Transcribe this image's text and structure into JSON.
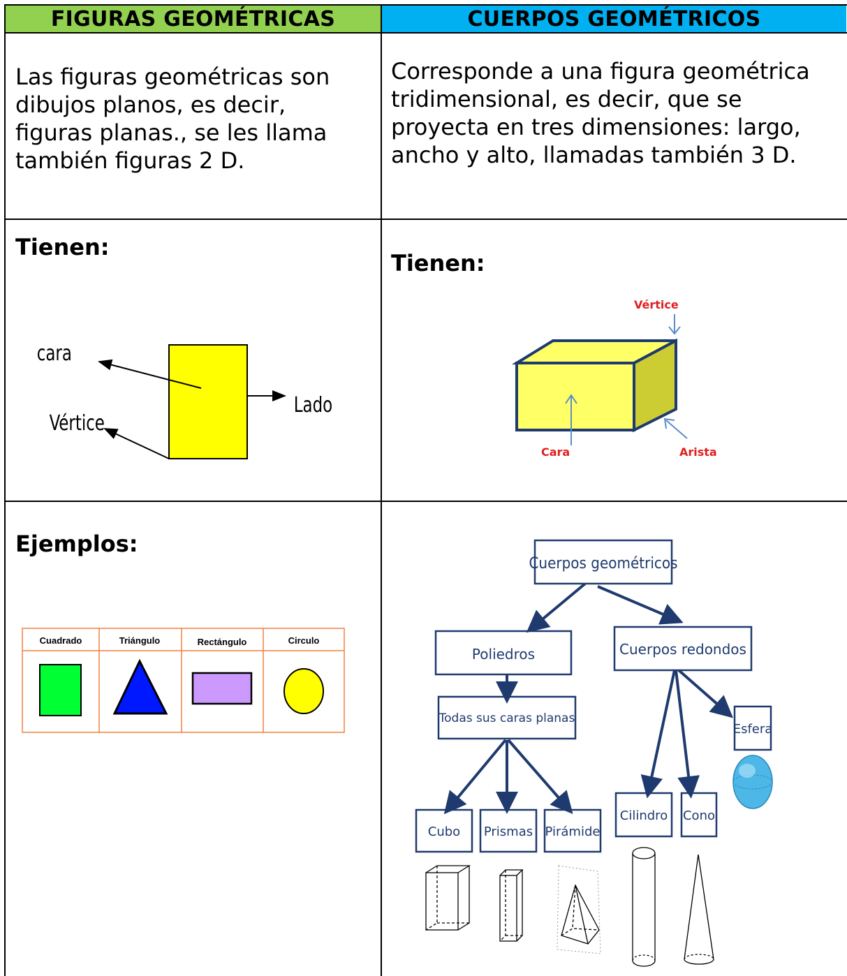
{
  "headers": {
    "left": "FIGURAS GEOMÉTRICAS",
    "right": "CUERPOS GEOMÉTRICOS",
    "left_color": "#92d050",
    "right_color": "#00b0f0"
  },
  "definitions": {
    "left": [
      "Las figuras geométricas son",
      "dibujos planos, es decir,",
      "figuras planas., se les llama",
      "también figuras 2 D."
    ],
    "right": [
      "Corresponde a una figura geométrica",
      "tridimensional, es decir, que se",
      "proyecta en tres dimensiones: largo,",
      "ancho y alto, llamadas también 3 D."
    ]
  },
  "tienen": {
    "left_label": "Tienen:",
    "right_label": "Tienen:",
    "figure_labels": {
      "cara": "cara",
      "vertice": "Vértice",
      "lado": "Lado"
    },
    "body_labels": {
      "vertice": "Vértice",
      "cara": "Cara",
      "arista": "Arista"
    }
  },
  "ejemplos": {
    "label": "Ejemplos:",
    "shapes": [
      "Cuadrado",
      "Triángulo",
      "Rectángulo",
      "Circulo"
    ]
  },
  "tree": {
    "root": "Cuerpos geométricos",
    "poliedros": "Poliedros",
    "redondos": "Cuerpos redondos",
    "caras": "Todas sus caras planas",
    "cubo": "Cubo",
    "prismas": "Prismas",
    "piramide": "Pirámide",
    "cilindro": "Cilindro",
    "cono": "Cono",
    "esfera": "Esfera"
  },
  "colors": {
    "yellow": "#ffff00",
    "green": "#00ff33",
    "blue": "#0018ff",
    "lavender": "#cc99ff",
    "navy": "#1f3a6e",
    "red_label": "#e02020",
    "orange_line": "#f08040"
  }
}
